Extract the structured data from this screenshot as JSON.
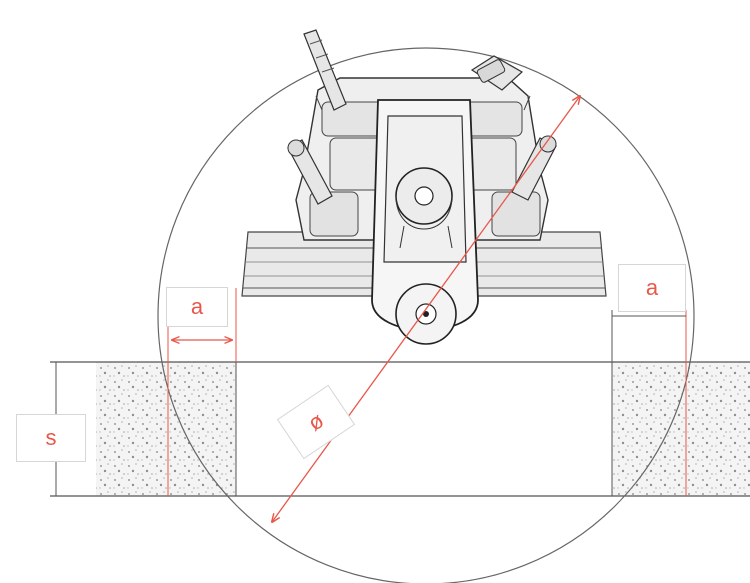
{
  "labels": {
    "gap_left": "a",
    "gap_right": "a",
    "thickness": "s",
    "diameter": "ø"
  },
  "colors": {
    "dimension": "#e8574a",
    "outline": "#444444",
    "concrete": "#e6e6e6",
    "label_border": "#d6d6d6"
  }
}
